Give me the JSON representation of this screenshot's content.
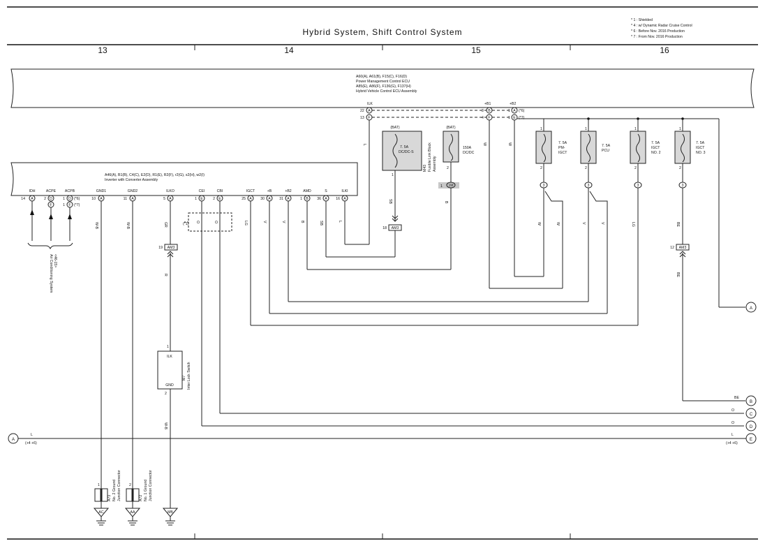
{
  "title": "Hybrid System,  Shift Control System",
  "notes": [
    "* 1 : Shielded",
    "* 4 : w/ Dynamic Radar Cruise Control",
    "* 6 : Before Nov.  2016 Production",
    "* 7 : From Nov.  2016 Production"
  ],
  "columns": [
    "13",
    "14",
    "15",
    "16"
  ],
  "ecu": {
    "line1": "A60(A), A61(B), F15(C), F16(D)",
    "line2": "Power Management Control ECU",
    "line3": "A85(E), A86(F), F136(G), F137(H)",
    "line4": "Hybrid Vehicle Control ECU Assembly",
    "pins": {
      "ilk": "ILK",
      "ilk_a": "22",
      "ilk_f": "13",
      "b1": "+B1",
      "b1_b": "3",
      "b1_f": "4",
      "b2": "+B2",
      "b2_a": "1",
      "b2_e": "1",
      "n6": "(*6)",
      "n7": "(*7)",
      "letter_a": "A",
      "letter_f": "F",
      "letter_b": "B",
      "letter_e": "E"
    }
  },
  "inverter": {
    "line1": "A46(A), B1(B), C4(C), E2(D), R1(E), R2(F), r2(G), s2(H), w2(I)",
    "line2": "Inverter with Converter Assembly",
    "pins": [
      {
        "name": "IDH",
        "num": "14",
        "conn": "A"
      },
      {
        "name": "ACPE",
        "num": "2",
        "conn": "D"
      },
      {
        "name": "ACPB",
        "num": "1",
        "conn": "D",
        "note": "(*6)"
      },
      {
        "name": "GND1",
        "num": "10",
        "conn": "A"
      },
      {
        "name": "GND2",
        "num": "11",
        "conn": "A"
      },
      {
        "name": "ILKO",
        "num": "5",
        "conn": "A"
      },
      {
        "name": "CEI",
        "num": "1",
        "conn": "E"
      },
      {
        "name": "CBI",
        "num": "2",
        "conn": "E"
      },
      {
        "name": "IGCT",
        "num": "25",
        "conn": "A"
      },
      {
        "name": "+B",
        "num": "30",
        "conn": "A"
      },
      {
        "name": "+B2",
        "num": "31",
        "conn": "A"
      },
      {
        "name": "AMD",
        "num": "1",
        "conn": "B"
      },
      {
        "name": "S",
        "num": "36",
        "conn": "A"
      },
      {
        "name": "ILKI",
        "num": "16",
        "conn": "A"
      }
    ],
    "acpb_alt": {
      "num": "1",
      "conn": "F",
      "note": "(*7)"
    },
    "acpe_alt": {
      "conn": "F"
    }
  },
  "ac_system": {
    "line1": "Air Conditioning System",
    "line2": "<46-15>"
  },
  "fusible": {
    "bat1": "(BAT)",
    "bat2": "(BAT)",
    "fuse1_l1": "7. 5A",
    "fuse1_l2": "DC/DC-S",
    "fuse2_l1": "150A",
    "fuse2_l2": "DC/DC",
    "block_l1": "M43",
    "block_l2": "Fusible Link Block",
    "block_l3": "Assembly",
    "pin1": "1",
    "pin2": "2",
    "pin_1m": "1",
    "conn_1m": "1M"
  },
  "fuses": [
    {
      "l1": "7. 5A",
      "l2": "PM-",
      "l3": "IGCT"
    },
    {
      "l1": "7. 5A",
      "l2": "PCU",
      "l3": ""
    },
    {
      "l1": "7. 5A",
      "l2": "IGCT",
      "l3": "NO. 2"
    },
    {
      "l1": "7. 5A",
      "l2": "IGCT",
      "l3": "NO. 3"
    }
  ],
  "fuse_pins": {
    "top": "1",
    "bottom": "2",
    "conn": "3"
  },
  "splices": {
    "am3": "AM3",
    "am3_18": "18",
    "am3_19": "19",
    "am3_12": "12"
  },
  "wires": {
    "L": "L",
    "W": "W",
    "B": "B",
    "SB": "SB",
    "WB": "W-B",
    "GR": "GR",
    "R": "R",
    "O": "O",
    "LG": "LG",
    "V": "V",
    "BE": "BE",
    "star1": "(*1)"
  },
  "interlock": {
    "ilk": "ILK",
    "gnd": "GND",
    "pin1": "1",
    "pin2": "2",
    "label1": "M7",
    "label2": "Inter Lock Switch"
  },
  "grounds": [
    {
      "pin": "1",
      "l1": "A73",
      "l2": "No. 2 Ground",
      "l3": "Junction Connector",
      "tag": "AC"
    },
    {
      "pin": "2",
      "l1": "A72",
      "l2": "No. 1 Ground",
      "l3": "Junction Connector",
      "tag": "AA"
    },
    {
      "tag": "MB"
    }
  ],
  "refs": {
    "A": "A",
    "B": "B",
    "C": "C",
    "D": "D",
    "E": "E",
    "l_label": "L",
    "l_note": "(+4 +6)",
    "be_label": "BE",
    "o_label": "O"
  }
}
